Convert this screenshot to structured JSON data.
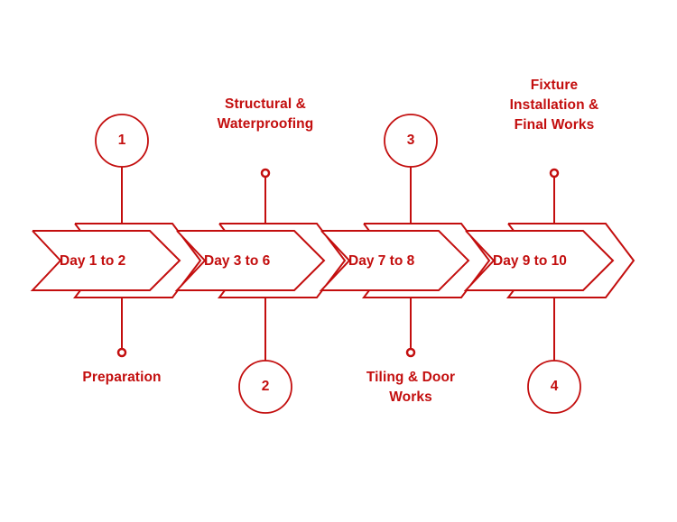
{
  "diagram": {
    "type": "chevron-timeline",
    "orientation": "horizontal",
    "accent_color": "#C30E0E",
    "background_color": "#FFFFFF",
    "step_count": 4
  },
  "steps": [
    {
      "index": 1,
      "marker": "1",
      "marker_position": "top",
      "duration": "Day 1 to 2",
      "title": "Preparation",
      "title_position": "bottom"
    },
    {
      "index": 2,
      "marker": "2",
      "marker_position": "bottom",
      "duration": "Day 3 to 6",
      "title": "Structural &\nWaterproofing",
      "title_position": "top"
    },
    {
      "index": 3,
      "marker": "3",
      "marker_position": "top",
      "duration": "Day 7 to 8",
      "title": "Tiling & Door\nWorks",
      "title_position": "bottom"
    },
    {
      "index": 4,
      "marker": "4",
      "marker_position": "bottom",
      "duration": "Day 9 to 10",
      "title": "Fixture\nInstallation &\nFinal Works",
      "title_position": "top"
    }
  ]
}
